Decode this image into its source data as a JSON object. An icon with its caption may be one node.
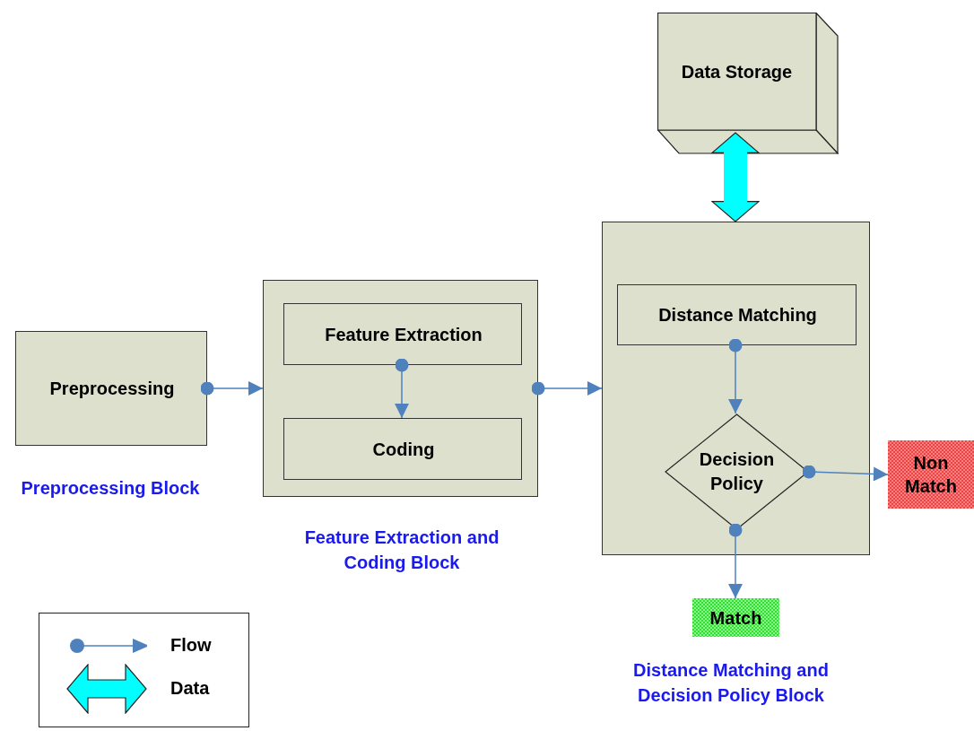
{
  "diagram": {
    "nodes": [
      {
        "text": [
          "Data Storage"
        ]
      },
      {
        "text": [
          "Preprocessing"
        ],
        "beside": [
          "Preprocessing Block"
        ]
      },
      {
        "text": [],
        "shape": "box",
        "beside": [
          "Feature Extraction and Coding Block"
        ]
      },
      {
        "text": [
          "Feature Extraction"
        ],
        "in": 2
      },
      {
        "text": [
          "Coding"
        ],
        "in": 2
      },
      {
        "text": [],
        "shape": "box"
      },
      {
        "text": [
          "Distance Matching"
        ],
        "in": 5
      },
      {
        "text": [
          "Decision Policy"
        ],
        "in": 5
      },
      {
        "text": [
          "Non Match"
        ]
      },
      {
        "text": [
          "Match"
        ]
      }
    ],
    "edges": [
      {
        "from": 1,
        "to": 2,
        "arrow": "to"
      },
      {
        "from": 3,
        "to": 4,
        "arrow": "to"
      },
      {
        "from": 2,
        "to": 5,
        "arrow": "to"
      },
      {
        "from": 6,
        "to": 7,
        "arrow": "to"
      },
      {
        "from": 7,
        "to": 8,
        "arrow": "to"
      },
      {
        "from": 7,
        "to": 9,
        "arrow": "to"
      },
      {
        "from": 0,
        "to": 5,
        "arrow": "both",
        "style": "thick",
        "color": "#00ffff"
      }
    ],
    "labels": [
      "Distance Matching and Decision Policy Block"
    ],
    "legend": [
      {
        "text": "Flow"
      },
      {
        "text": "Data"
      }
    ]
  }
}
